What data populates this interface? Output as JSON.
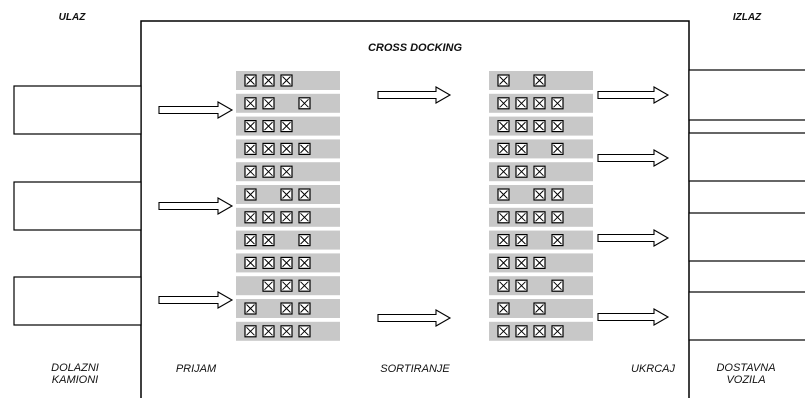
{
  "labels": {
    "ulaz": "ULAZ",
    "izlaz": "IZLAZ",
    "title": "CROSS DOCKING",
    "dolazni_line1": "DOLAZNI",
    "dolazni_line2": "KAMIONI",
    "prijam": "PRIJAM",
    "sortiranje": "SORTIRANJE",
    "ukrcaj": "UKRCAJ",
    "dostavna_line1": "DOSTAVNA",
    "dostavna_line2": "VOZILA"
  },
  "colors": {
    "row_fill": "#c8c8c8",
    "line": "#000000",
    "background": "#ffffff"
  },
  "left_rows": [
    [
      1,
      1,
      1,
      0
    ],
    [
      1,
      1,
      0,
      1
    ],
    [
      1,
      1,
      1,
      0
    ],
    [
      1,
      1,
      1,
      1
    ],
    [
      1,
      1,
      1,
      0
    ],
    [
      1,
      0,
      1,
      1
    ],
    [
      1,
      1,
      1,
      1
    ],
    [
      1,
      1,
      0,
      1
    ],
    [
      1,
      1,
      1,
      1
    ],
    [
      0,
      1,
      1,
      1
    ],
    [
      1,
      0,
      1,
      1
    ],
    [
      1,
      1,
      1,
      1
    ]
  ],
  "right_rows": [
    [
      1,
      0,
      1,
      0
    ],
    [
      1,
      1,
      1,
      1
    ],
    [
      1,
      1,
      1,
      1
    ],
    [
      1,
      1,
      0,
      1
    ],
    [
      1,
      1,
      1,
      0
    ],
    [
      1,
      0,
      1,
      1
    ],
    [
      1,
      1,
      1,
      1
    ],
    [
      1,
      1,
      0,
      1
    ],
    [
      1,
      1,
      1,
      0
    ],
    [
      1,
      1,
      0,
      1
    ],
    [
      1,
      0,
      1,
      0
    ],
    [
      1,
      1,
      1,
      1
    ]
  ],
  "icons": {
    "package": "crossed-box-icon",
    "flow": "right-arrow-icon"
  }
}
